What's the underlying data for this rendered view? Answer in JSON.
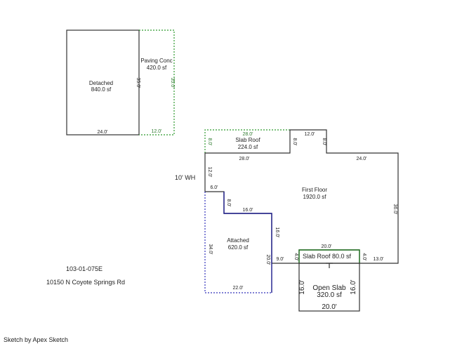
{
  "footer": {
    "credit": "Sketch by Apex Sketch",
    "parcel_id": "103-01-075E",
    "address": "10150 N Coyote Springs Rd"
  },
  "areas": {
    "detached": {
      "name": "Detached",
      "area": "840.0 sf"
    },
    "paving": {
      "name": "Paving Conc",
      "area": "420.0 sf"
    },
    "slab_roof_top": {
      "name": "Slab Roof",
      "area": "224.0 sf"
    },
    "first_floor": {
      "name": "First Floor",
      "area": "1920.0 sf"
    },
    "attached": {
      "name": "Attached",
      "area": "620.0 sf"
    },
    "slab_roof_bottom": {
      "name": "Slab Roof",
      "area": "80.0 sf"
    },
    "open_slab": {
      "name": "Open Slab",
      "area": "320.0 sf"
    }
  },
  "dimensions": {
    "detached_width": "24.0'",
    "detached_height": "35.0'",
    "paving_width": "12.0'",
    "paving_height": "35.0'",
    "slab_top_width": "28.0'",
    "slab_top_left": "8.0'",
    "slab_top_right": "8.0'",
    "notch_width": "12.0'",
    "notch_right": "8.0'",
    "ff_top_left": "28.0'",
    "ff_top_right": "24.0'",
    "ff_left": "12.0'",
    "ff_right": "36.0'",
    "step_width": "6.0'",
    "step_height": "8.0'",
    "attached_top": "16.0'",
    "attached_mid_right": "16.0'",
    "attached_left": "34.0'",
    "attached_right": "20.0'",
    "attached_bottom": "22.0'",
    "ff_bottom_left": "9.0'",
    "ff_bottom_right": "13.0'",
    "slab_bottom_width": "20.0'",
    "slab_bottom_left": "4.0'",
    "slab_bottom_right": "4.0'",
    "open_slab_left": "16.0'",
    "open_slab_right": "16.0'",
    "open_slab_bottom": "20.0'"
  },
  "callouts": {
    "water_heater": "10' WH"
  }
}
